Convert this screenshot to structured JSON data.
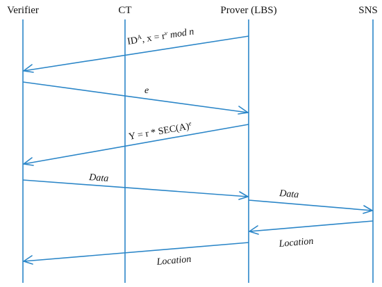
{
  "participants": {
    "verifier": "Verifier",
    "ct": "CT",
    "prover": "Prover (LBS)",
    "sns": "SNS"
  },
  "messages": {
    "m1": {
      "id": "ID",
      "id_sup": "A",
      "rest": ", x = r",
      "rest_sup": "v",
      "tail": " mod n"
    },
    "m2": {
      "text": "e"
    },
    "m3": {
      "lead": "Υ = r * SEC(A)",
      "sup": "e"
    },
    "m4": {
      "text": "Data"
    },
    "m5": {
      "text": "Data"
    },
    "m6": {
      "text": "Location"
    },
    "m7": {
      "text": "Location"
    }
  },
  "colors": {
    "line": "#2b86c8",
    "text": "#111111"
  }
}
